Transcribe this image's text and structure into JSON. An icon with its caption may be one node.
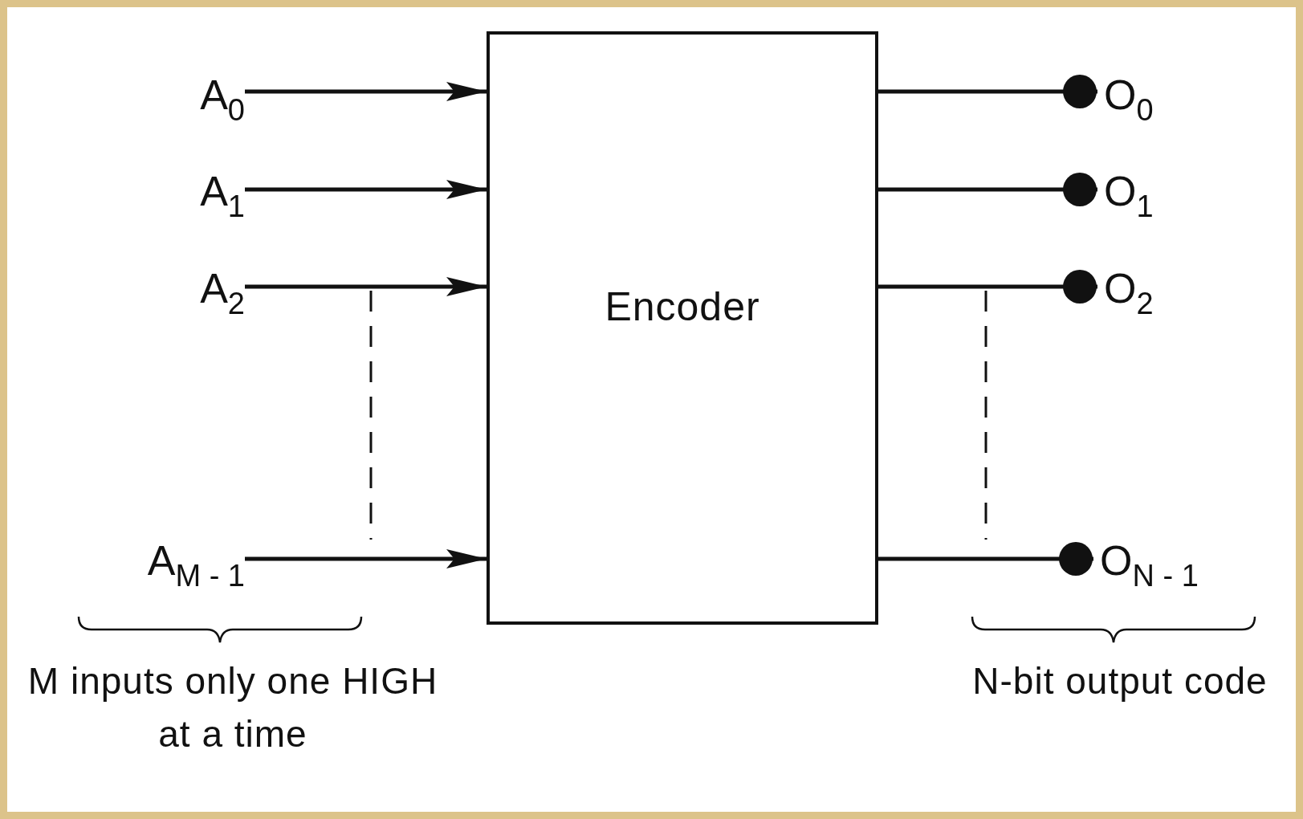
{
  "diagram": {
    "nodes": [
      {
        "text": [
          "A$_{0}$"
        ]
      },
      {
        "text": [
          "A$_{1}$"
        ]
      },
      {
        "text": [
          "A$_{2}$"
        ]
      },
      {
        "text": [
          "A$_{M - 1}$"
        ]
      },
      {
        "text": [
          "Encoder"
        ]
      },
      {
        "text": [
          "O$_{0}$"
        ]
      },
      {
        "text": [
          "O$_{1}$"
        ]
      },
      {
        "text": [
          "O$_{2}$"
        ]
      },
      {
        "text": [
          "O$_{N - 1}$"
        ]
      }
    ],
    "edges": [
      {
        "from": 0,
        "to": 4,
        "arrow": "to"
      },
      {
        "from": 1,
        "to": 4,
        "arrow": "to"
      },
      {
        "from": 2,
        "to": 4,
        "arrow": "to"
      },
      {
        "from": 3,
        "to": 4,
        "arrow": "to"
      },
      {
        "from": 4,
        "to": 5,
        "arrow": "other"
      },
      {
        "from": 4,
        "to": 6,
        "arrow": "other"
      },
      {
        "from": 4,
        "to": 7,
        "arrow": "other"
      },
      {
        "from": 4,
        "to": 8,
        "arrow": "other"
      }
    ],
    "labels": [
      "M inputs only one HIGH at a time",
      "N-bit output code"
    ]
  }
}
